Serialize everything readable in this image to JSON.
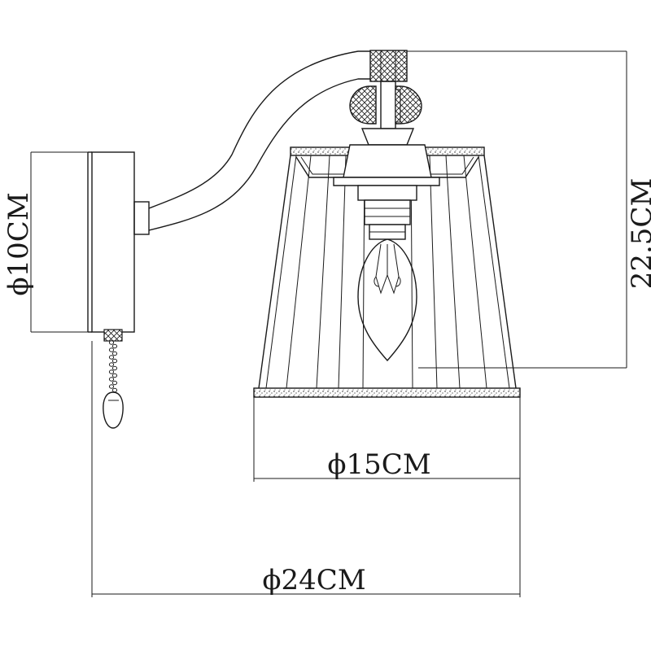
{
  "dimensions": {
    "backplate_diameter": "ϕ10CM",
    "height": "22.5CM",
    "shade_diameter": "ϕ15CM",
    "projection": "ϕ24CM"
  },
  "colors": {
    "line": "#1a1a1a",
    "background": "#ffffff"
  }
}
